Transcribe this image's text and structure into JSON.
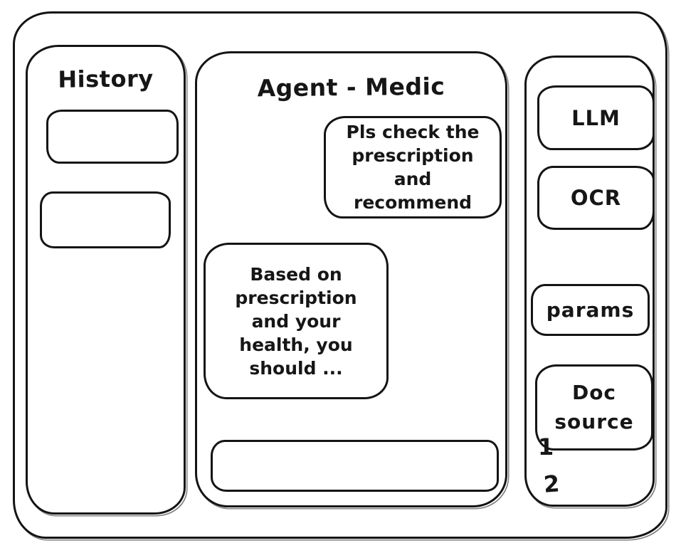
{
  "app": {
    "ink_color": "#141414",
    "background_color": "#ffffff"
  },
  "history": {
    "title": "History",
    "items": [
      {
        "label": ""
      },
      {
        "label": ""
      }
    ]
  },
  "chat": {
    "title": "Agent - Medic",
    "messages": [
      {
        "role": "user",
        "text": "Pls check the prescription and recommend"
      },
      {
        "role": "agent",
        "text": "Based on prescription and your health, you should ..."
      }
    ],
    "input": {
      "value": "",
      "placeholder": ""
    }
  },
  "tools": {
    "llm_label": "LLM",
    "ocr_label": "OCR",
    "params_label": "params",
    "doc_source_label": "Doc source",
    "doc_source_items": [
      "1",
      "2"
    ]
  }
}
